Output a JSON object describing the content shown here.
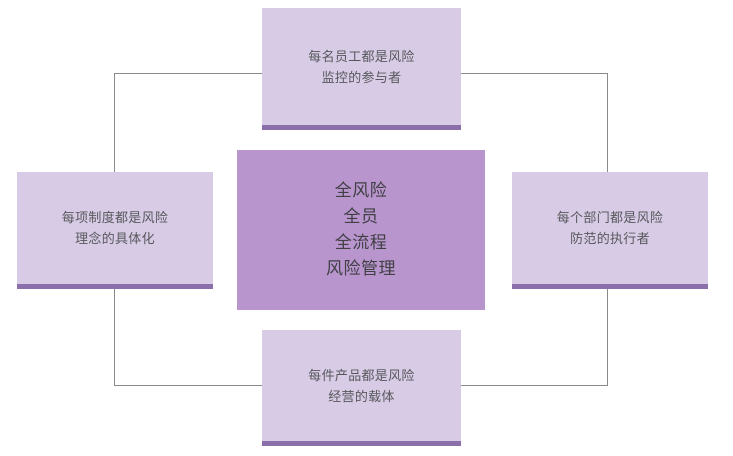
{
  "diagram": {
    "type": "hub-and-spoke",
    "center": {
      "text": "全风险\n全员\n全流程\n风险管理",
      "lines": [
        "全风险",
        "全员",
        "全流程",
        "风险管理"
      ],
      "fill_color": "#B995CE",
      "text_color": "#3F3F44"
    },
    "nodes": [
      {
        "id": "top",
        "position": "top",
        "text": "每名员工都是风险\n监控的参与者",
        "lines": [
          "每名员工都是风险",
          "监控的参与者"
        ],
        "fill_color": "#D7CBE6",
        "accent_color": "#8A6FAA",
        "text_color": "#58585C"
      },
      {
        "id": "left",
        "position": "left",
        "text": "每项制度都是风险\n理念的具体化",
        "lines": [
          "每项制度都是风险",
          "理念的具体化"
        ],
        "fill_color": "#D7CBE6",
        "accent_color": "#8A6FAA",
        "text_color": "#58585C"
      },
      {
        "id": "right",
        "position": "right",
        "text": "每个部门都是风险\n防范的执行者",
        "lines": [
          "每个部门都是风险",
          "防范的执行者"
        ],
        "fill_color": "#D7CBE6",
        "accent_color": "#8A6FAA",
        "text_color": "#58585C"
      },
      {
        "id": "bottom",
        "position": "bottom",
        "text": "每件产品都是风险\n经营的载体",
        "lines": [
          "每件产品都是风险",
          "经营的载体"
        ],
        "fill_color": "#D7CBE6",
        "accent_color": "#8A6FAA",
        "text_color": "#58585C"
      }
    ],
    "connector": {
      "shape": "rectangle",
      "stroke_color": "#8A8A8E",
      "stroke_width": 1
    },
    "background_color": "#FFFFFF"
  }
}
